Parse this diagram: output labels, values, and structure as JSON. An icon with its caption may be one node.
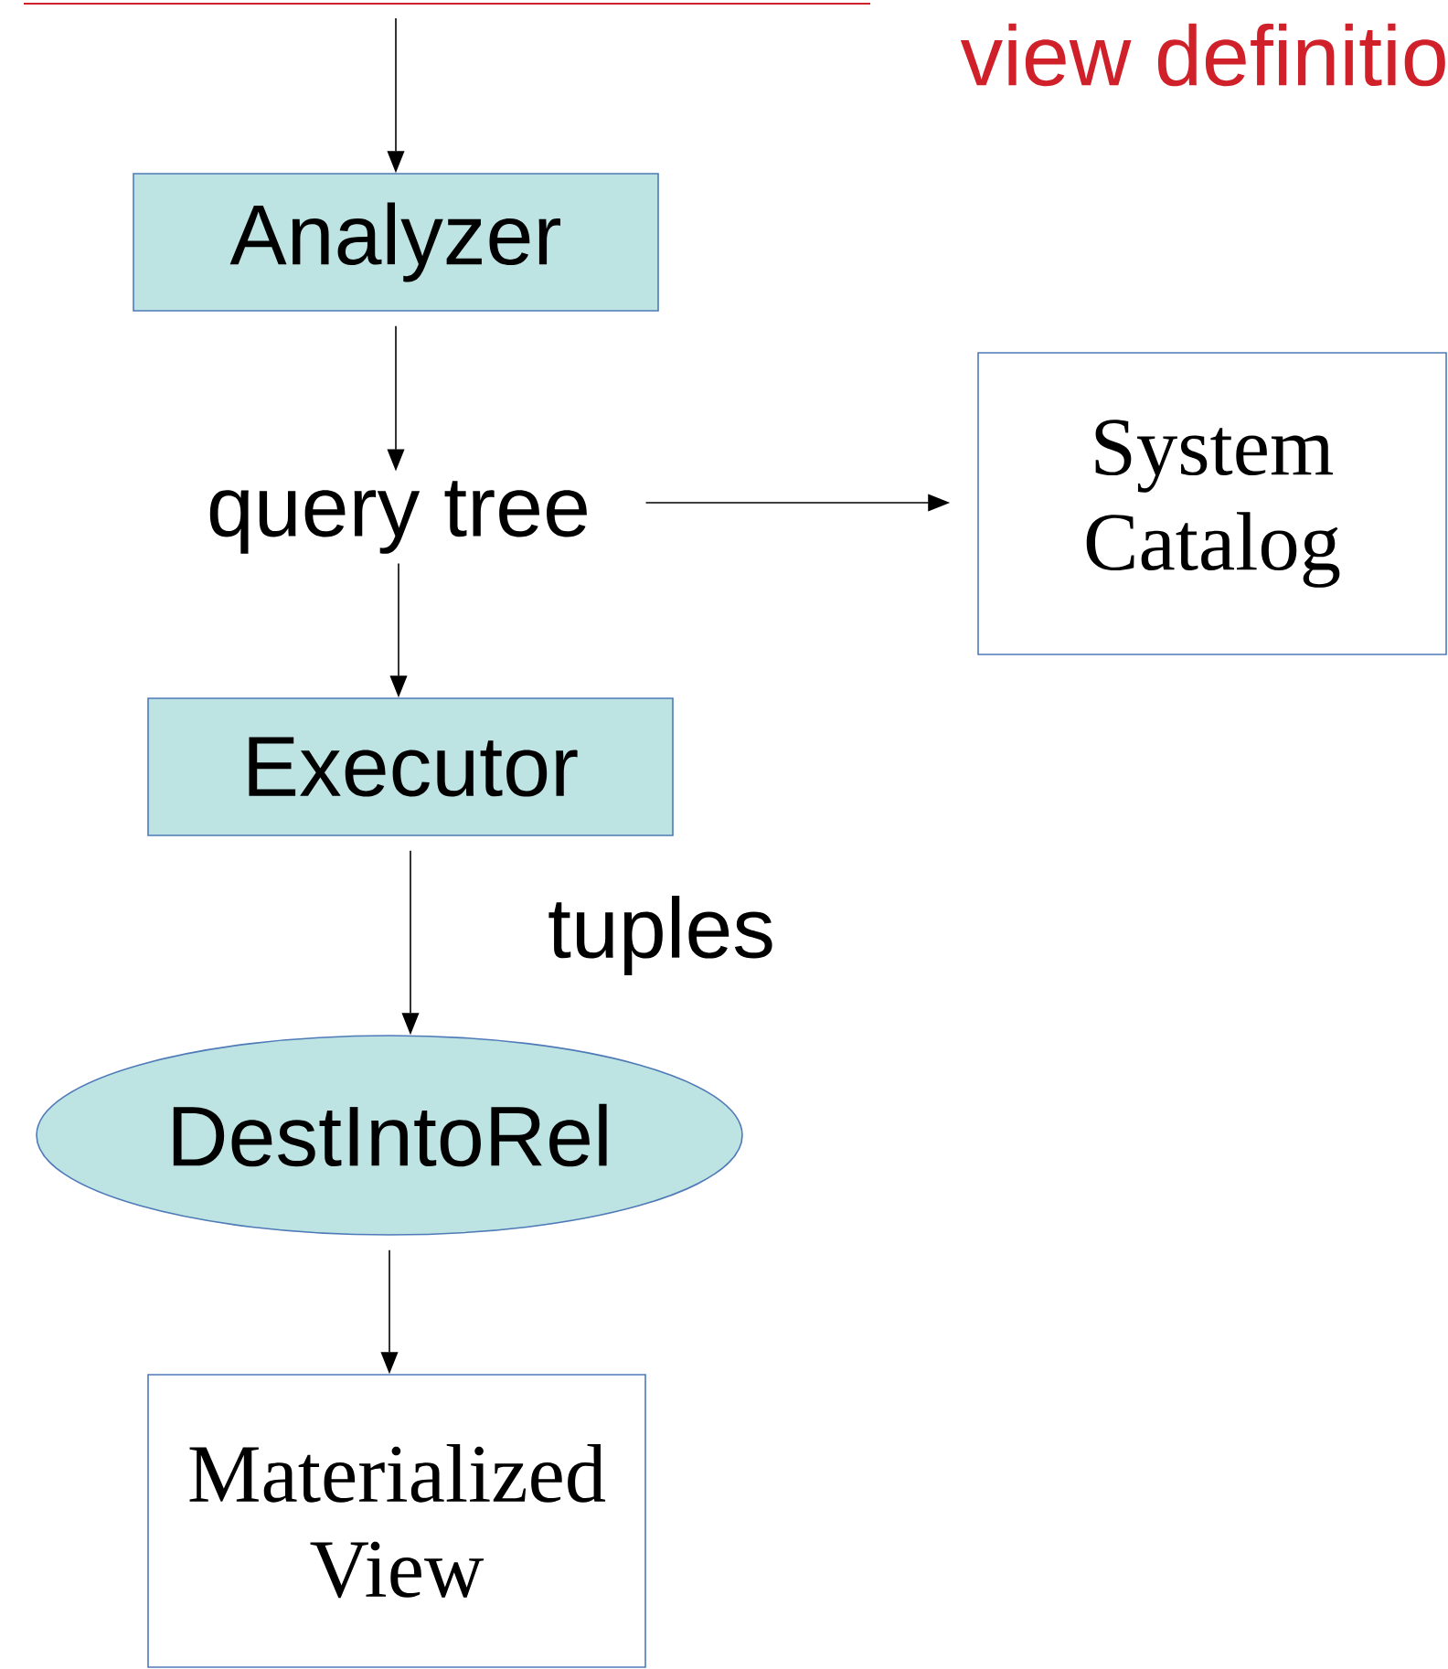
{
  "diagram": {
    "nodes": [
      {
        "text": [
          "Analyzer"
        ]
      },
      {
        "text": [
          "query tree"
        ]
      },
      {
        "text": [
          "System Catalog"
        ]
      },
      {
        "text": [
          "Executor"
        ]
      },
      {
        "text": [
          "DestIntoRel"
        ]
      },
      {
        "text": [
          "Materialized View"
        ]
      }
    ],
    "edges": [
      {
        "from": null,
        "to": 0,
        "arrow": "to"
      },
      {
        "from": 0,
        "to": 1,
        "arrow": "to"
      },
      {
        "from": 1,
        "to": 2,
        "arrow": "to"
      },
      {
        "from": 1,
        "to": 3,
        "arrow": "to"
      },
      {
        "from": 3,
        "to": 4,
        "arrow": "to",
        "label": "tuples"
      },
      {
        "from": 4,
        "to": 5,
        "arrow": "to"
      }
    ],
    "labels": [
      "view definitio"
    ]
  }
}
